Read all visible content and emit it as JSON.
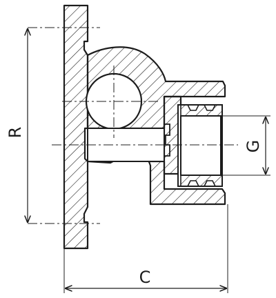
{
  "drawing": {
    "labels": {
      "R": "R",
      "C": "C",
      "G": "G"
    },
    "colors": {
      "line": "#1c1c1c",
      "background": "#ffffff"
    }
  }
}
